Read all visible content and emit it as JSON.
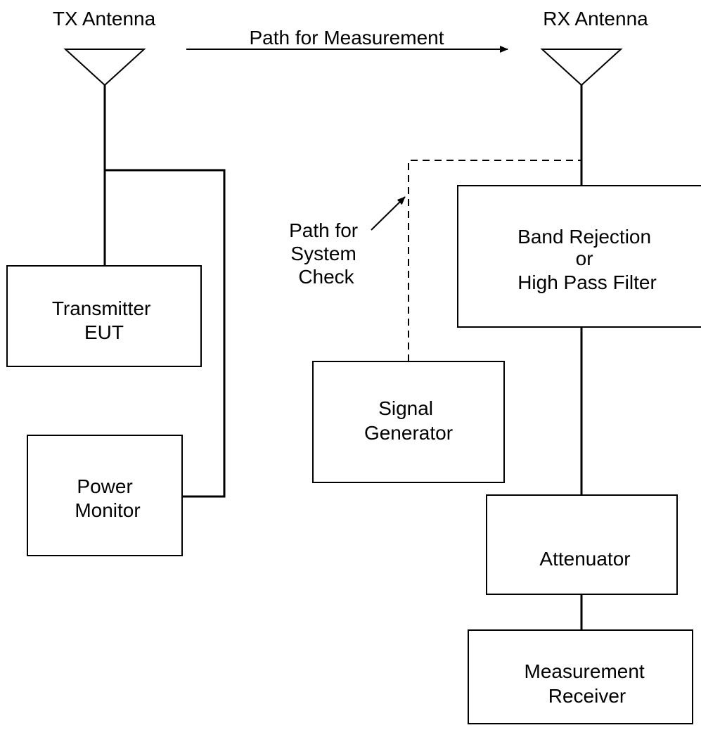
{
  "antennas": {
    "tx_label": "TX Antenna",
    "rx_label": "RX Antenna"
  },
  "paths": {
    "measurement_label": "Path for Measurement",
    "system_check_line1": "Path for",
    "system_check_line2": "System",
    "system_check_line3": "Check"
  },
  "boxes": {
    "transmitter": {
      "line1": "Transmitter",
      "line2": "EUT"
    },
    "power_monitor": {
      "line1": "Power",
      "line2": "Monitor"
    },
    "signal_generator": {
      "line1": "Signal",
      "line2": "Generator"
    },
    "filter": {
      "line1": "Band Rejection",
      "line2": "or",
      "line3": "High Pass Filter"
    },
    "attenuator": {
      "line1": "Attenuator"
    },
    "receiver": {
      "line1": "Measurement",
      "line2": "Receiver"
    }
  }
}
